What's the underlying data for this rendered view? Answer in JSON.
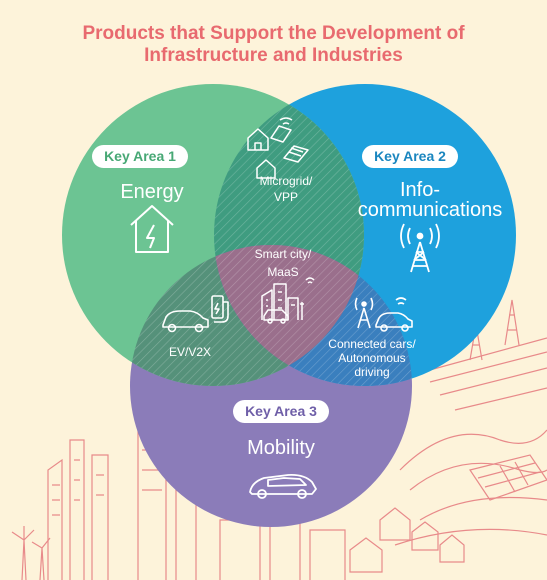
{
  "title": {
    "line1": "Products that Support the Development of",
    "line2": "Infrastructure and Industries"
  },
  "areas": [
    {
      "badge": "Key Area 1",
      "name": "Energy",
      "color": "#6cc493",
      "icon": "house-lightning-icon"
    },
    {
      "badge": "Key Area 2",
      "name_line1": "Info-",
      "name_line2": "communications",
      "color": "#1ea1dd",
      "icon": "antenna-tower-icon"
    },
    {
      "badge": "Key Area 3",
      "name": "Mobility",
      "color": "#8b7cb9",
      "icon": "car-icon"
    }
  ],
  "overlaps": {
    "energy_info": {
      "line1": "Microgrid/",
      "line2": "VPP",
      "icon": "solar-house-icon"
    },
    "energy_mobility": {
      "line1": "EV/V2X",
      "icon": "ev-charging-icon"
    },
    "info_mobility": {
      "line1": "Connected cars/",
      "line2": "Autonomous",
      "line3": "driving",
      "icon": "connected-car-icon"
    },
    "center": {
      "line1": "Smart city/",
      "line2": "MaaS",
      "icon": "smart-city-icon"
    }
  },
  "colors": {
    "title": "#e86a6f",
    "background": "#fdf3da",
    "illustration_line": "#e88a8a"
  }
}
